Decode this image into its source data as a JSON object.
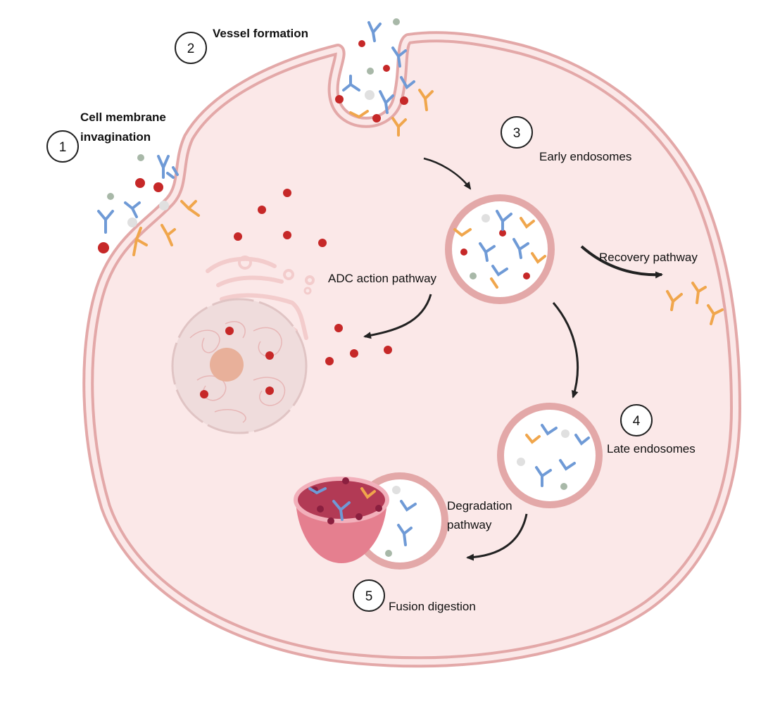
{
  "steps": [
    {
      "number": "1",
      "label_lines": [
        "Cell membrane",
        "invagination"
      ]
    },
    {
      "number": "2",
      "label_lines": [
        "Vessel formation"
      ]
    },
    {
      "number": "3",
      "label_lines": [
        "Early endosomes"
      ]
    },
    {
      "number": "4",
      "label_lines": [
        "Late endosomes"
      ]
    },
    {
      "number": "5",
      "label_lines": [
        "Fusion digestion"
      ]
    }
  ],
  "pathways": {
    "adc_action": "ADC action pathway",
    "recovery": "Recovery pathway",
    "degradation_lines": [
      "Degradation",
      "pathway"
    ]
  },
  "colors": {
    "cell_fill": "#fbe8e8",
    "membrane": "#e3a8a8",
    "vesicle_fill": "#ffffff",
    "antibody_blue": "#6f9ad6",
    "antibody_orange": "#f0a64c",
    "payload_red": "#c62828",
    "lysosome": "#e57f8f",
    "nucleus": "#efdcdc"
  }
}
